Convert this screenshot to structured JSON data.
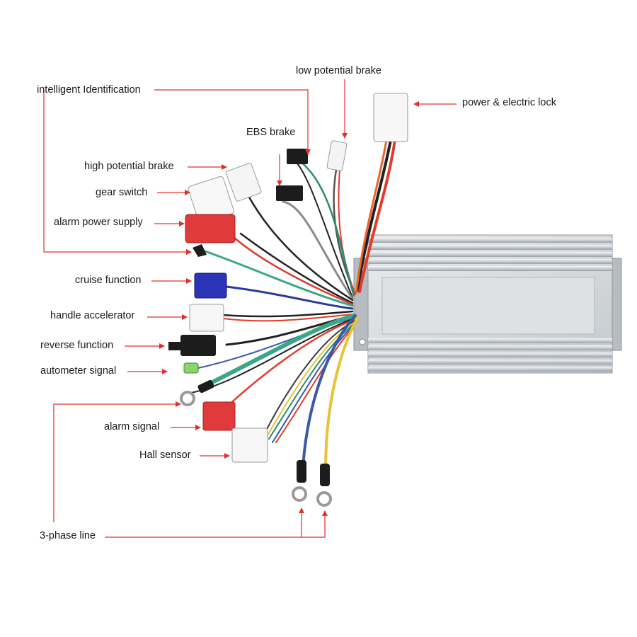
{
  "labels": {
    "low_potential_brake": "low potential brake",
    "intelligent_identification": "intelligent Identification",
    "power_electric_lock": "power & electric lock",
    "ebs_brake": "EBS brake",
    "high_potential_brake": "high potential brake",
    "gear_switch": "gear switch",
    "alarm_power_supply": "alarm power supply",
    "cruise_function": "cruise function",
    "handle_accelerator": "handle accelerator",
    "reverse_function": "reverse function",
    "autometer_signal": "autometer signal",
    "alarm_signal": "alarm signal",
    "hall_sensor": "Hall sensor",
    "three_phase_line": "3-phase line"
  },
  "colors": {
    "leader_line": "#e0302a",
    "controller_body": "#d9dde0",
    "label_text": "#1a1a1a"
  }
}
